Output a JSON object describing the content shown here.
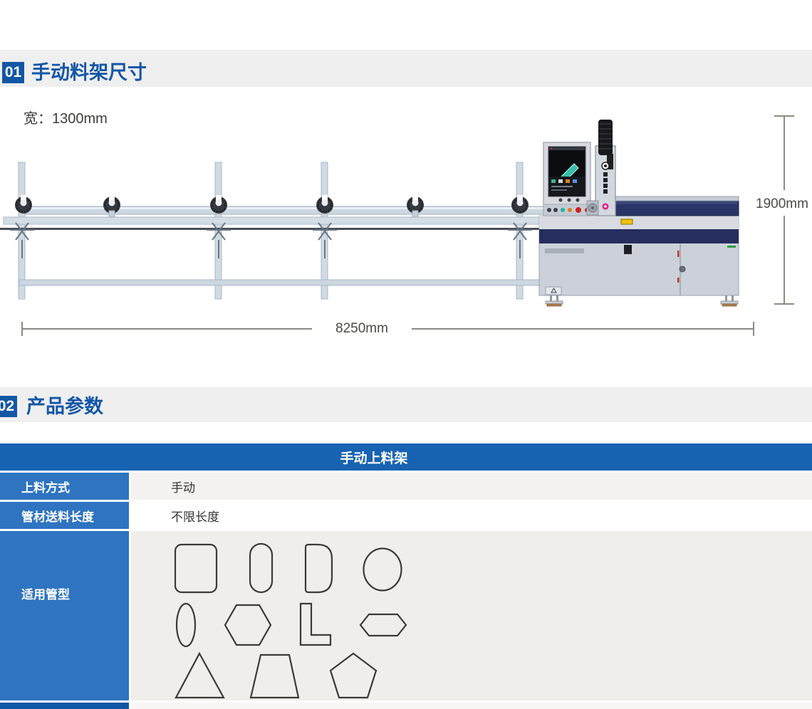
{
  "sections": {
    "s1": {
      "number": "01",
      "title": "手动料架尺寸"
    },
    "s2": {
      "number": "02",
      "title": "产品参数"
    }
  },
  "diagram": {
    "width_label": "宽：1300mm",
    "length_dim": "8250mm",
    "height_dim": "1900mm",
    "rack_icon": "manual-material-rack",
    "machine_icon": "laser-pipe-cutting-machine"
  },
  "table": {
    "title": "手动上料架",
    "rows": [
      {
        "label": "上料方式",
        "value": "手动"
      },
      {
        "label": "管材送料长度",
        "value": "不限长度"
      },
      {
        "label": "适用管型",
        "shapes": [
          "rounded-square",
          "rounded-rect-vertical",
          "d-shape",
          "circle",
          "ellipse-narrow",
          "hexagon",
          "l-shape",
          "flat-hexagon",
          "triangle",
          "trapezoid",
          "pentagon"
        ]
      }
    ]
  },
  "colors": {
    "accent_blue": "#1356a8",
    "table_header_blue": "#1763b2",
    "row_label_blue": "#2e74c1",
    "band_gray": "#efefef",
    "machine_navy": "#252e5e",
    "steel": "#d3dde6"
  }
}
